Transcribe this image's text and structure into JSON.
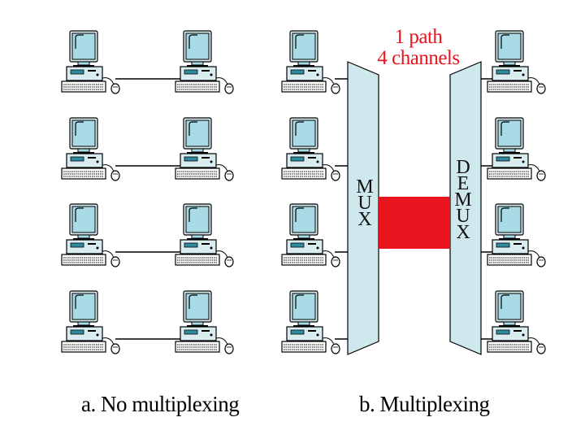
{
  "captions": {
    "left": "a. No multiplexing",
    "right": "b. Multiplexing"
  },
  "link_label": {
    "line1": "1 path",
    "line2": "4 channels"
  },
  "mux": {
    "letters": [
      "M",
      "U",
      "X"
    ]
  },
  "demux": {
    "letters": [
      "D",
      "E",
      "M",
      "U",
      "X"
    ]
  },
  "colors": {
    "monitor_screen": "#a9dbe6",
    "device_fill": "#cfe8ee",
    "link": "#e8141e",
    "label_red": "#e8141e",
    "outline": "#000000"
  }
}
